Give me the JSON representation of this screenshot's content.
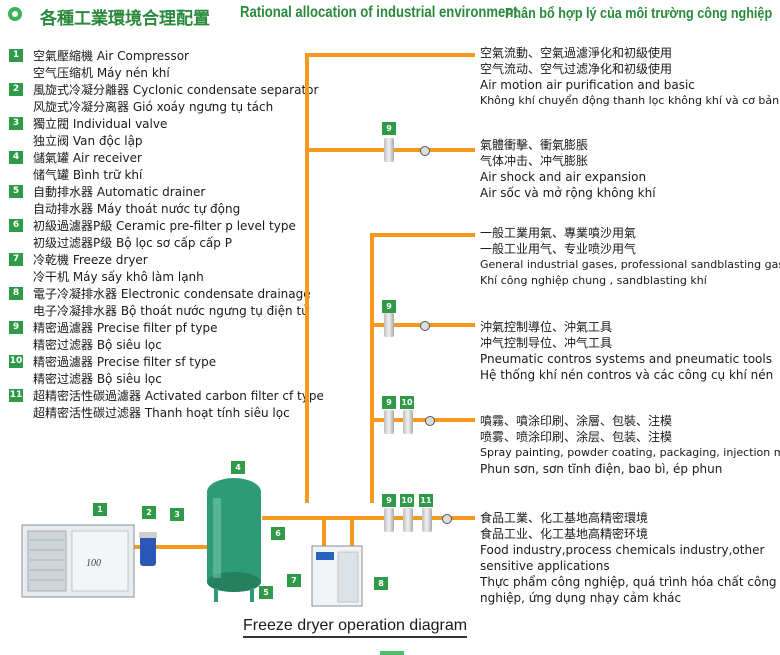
{
  "header": {
    "title_zh": "各種工業環境合理配置",
    "title_en": "Rational allocation of industrial environment",
    "title_vi": "Phân bổ hợp lý của môi trường công nghiệp"
  },
  "legend": [
    {
      "num": "1",
      "l1": "空氣壓縮機  Air Compressor",
      "l2": "空气压缩机  Máy nén khí"
    },
    {
      "num": "2",
      "l1": "風旋式冷凝分離器  Cyclonic condensate separator",
      "l2": "风旋式冷凝分离器  Gió xoáy ngưng tụ tách"
    },
    {
      "num": "3",
      "l1": "獨立閥  Individual valve",
      "l2": "独立阀  Van độc lập"
    },
    {
      "num": "4",
      "l1": "儲氣罐  Air receiver",
      "l2": "储气罐  Bình trữ khí"
    },
    {
      "num": "5",
      "l1": "自動排水器  Automatic drainer",
      "l2": "自动排水器  Máy thoát nước tự động"
    },
    {
      "num": "6",
      "l1": "初級過濾器P級  Ceramic pre-filter p level type",
      "l2": "初级过滤器P级  Bộ lọc sơ cấp cấp P"
    },
    {
      "num": "7",
      "l1": "冷乾機  Freeze dryer",
      "l2": "冷干机  Máy sấy khô làm lạnh"
    },
    {
      "num": "8",
      "l1": "電子冷凝排水器  Electronic condensate drainage",
      "l2": "电子冷凝排水器  Bộ thoát nước ngưng tụ điện tử"
    },
    {
      "num": "9",
      "l1": "精密過濾器  Precise filter pf type",
      "l2": "精密过滤器  Bộ siêu lọc"
    },
    {
      "num": "10",
      "l1": "精密過濾器  Precise filter sf type",
      "l2": "精密过滤器  Bộ siêu lọc"
    },
    {
      "num": "11",
      "l1": "超精密活性碳過濾器  Activated carbon filter cf type",
      "l2": "超精密活性碳过滤器  Thanh hoạt tính siêu lọc"
    }
  ],
  "destinations": [
    {
      "lines": [
        "空氣流動、空氣過濾淨化和初級使用",
        "空气流动、空气过滤净化和初级使用",
        "Air motion air purification and basic",
        "Không khí chuyển động thanh lọc không khí và cơ bản"
      ]
    },
    {
      "lines": [
        "氣體衝擊、衝氣膨脹",
        "气体冲击、冲气膨胀",
        "Air shock and air expansion",
        "Air sốc và mở rộng không khí"
      ]
    },
    {
      "lines": [
        "一般工業用氣、專業噴沙用氣",
        "一般工业用气、专业喷沙用气",
        "General industrial gases, professional sandblasting gas",
        "Khí công nghiệp chung , sandblasting khí"
      ]
    },
    {
      "lines": [
        "沖氣控制導位、沖氣工具",
        "冲气控制导位、冲气工具",
        "Pneumatic contros systems and pneumatic tools",
        "Hệ thống khí nén contros và các công cụ khí nén"
      ]
    },
    {
      "lines": [
        "噴霧、噴涂印刷、涂層、包裝、注模",
        "喷雾、喷涂印刷、涂层、包装、注模",
        "Spray painting, powder coating, packaging, injection molding",
        "Phun sơn, sơn tĩnh điện, bao bì, ép phun"
      ]
    },
    {
      "lines": [
        "食品工業、化工基地高精密環境",
        "食品工业、化工基地高精密环境",
        "Food industry,process chemicals industry,other",
        "sensitive applications",
        "Thực phẩm công nghiệp, quá trình hóa chất công",
        "nghiệp, ứng dụng nhạy cảm khác"
      ]
    }
  ],
  "equipment": {
    "compressor_label": "100"
  },
  "caption": "Freeze dryer operation diagram",
  "colors": {
    "pipe": "#f59a1e",
    "tag": "#2f9a47",
    "header": "#2a8a3c"
  }
}
